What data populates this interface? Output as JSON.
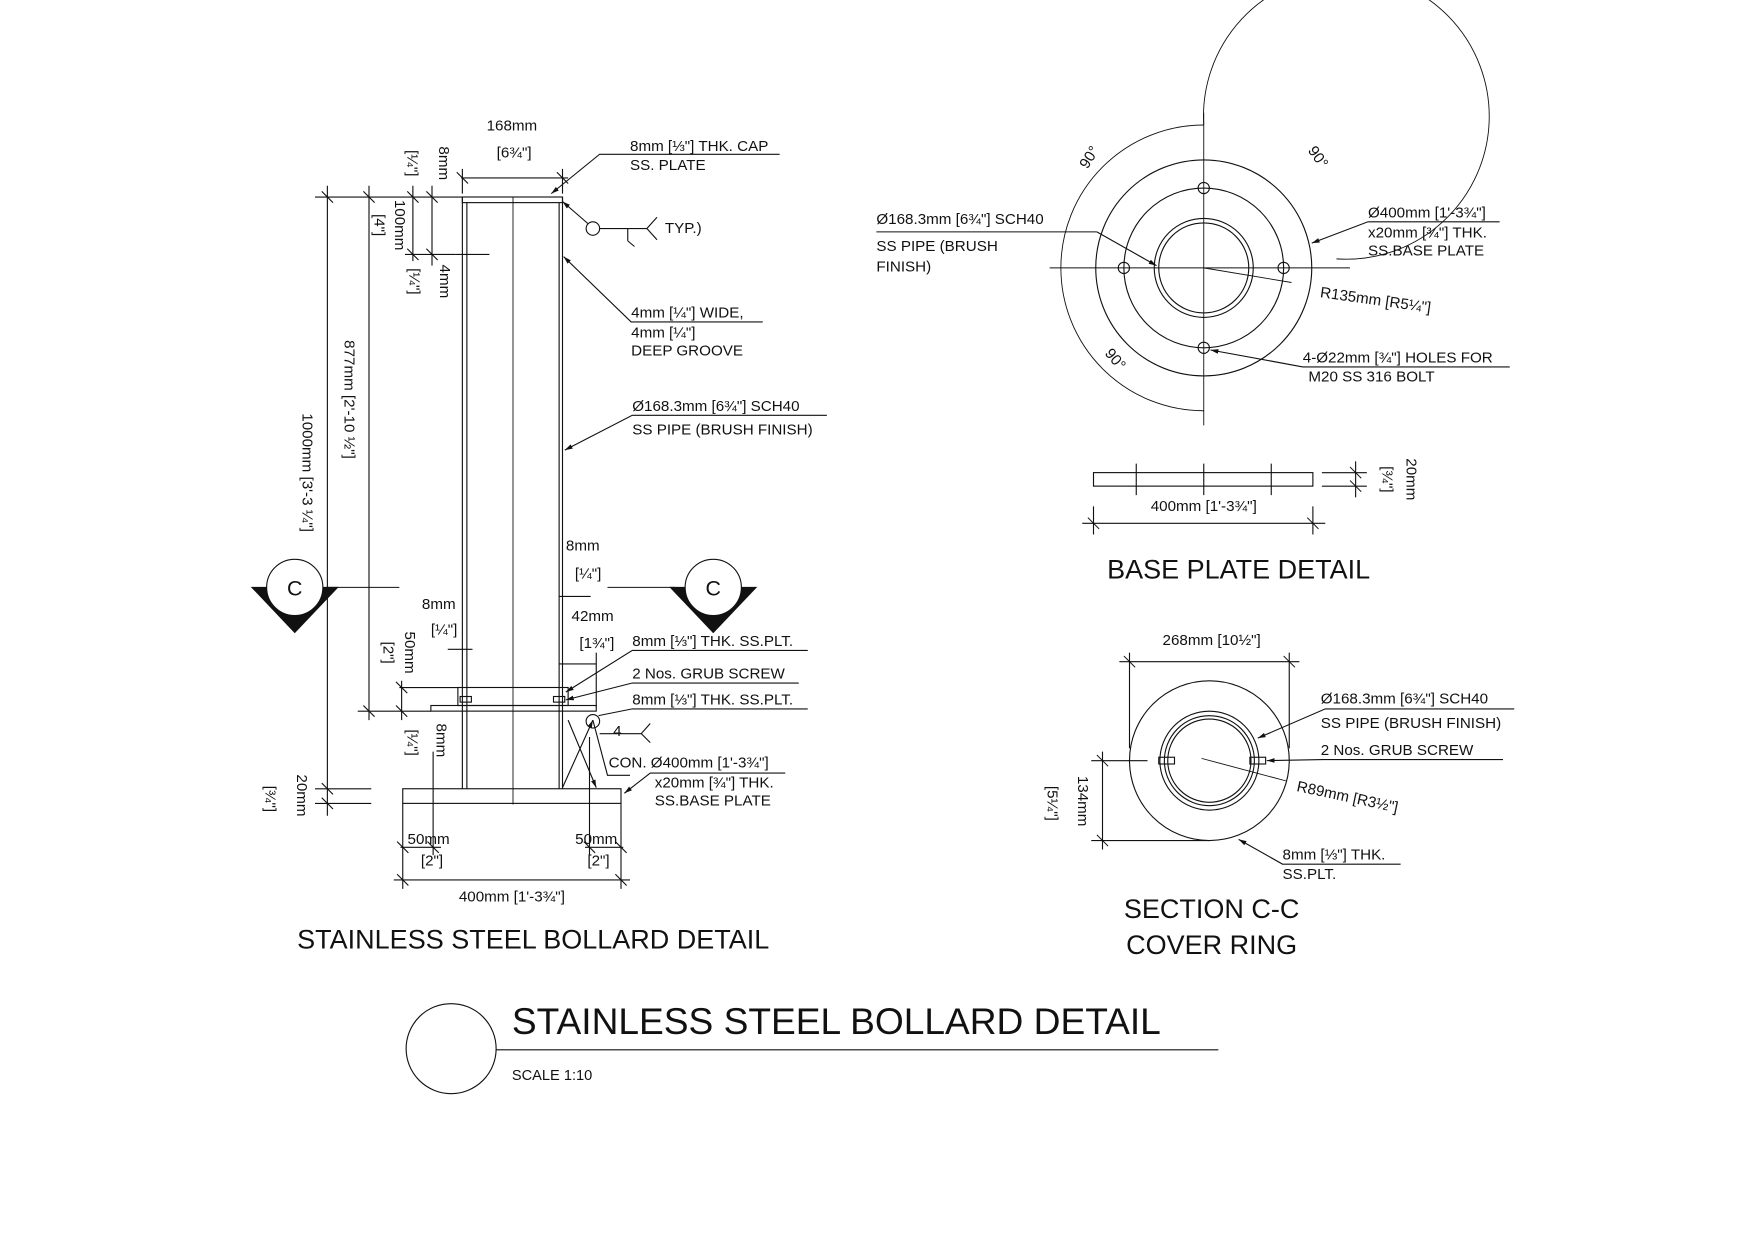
{
  "bollard": {
    "top_width": "168mm",
    "top_width_in": "[6¾\"]",
    "cap_thk": "8mm",
    "cap_thk_in": "[¼\"]",
    "groove_dist": "100mm",
    "groove_dist_in": "[4\"]",
    "groove_w": "4mm",
    "groove_w_in": "[¼\"]",
    "h877": "877mm [2'-10 ½\"]",
    "h1000": "1000mm [3'-3 ¼\"]",
    "cap_note_1": "8mm [⅓\"] THK. CAP",
    "cap_note_2": "SS. PLATE",
    "typ": "TYP.)",
    "groove_note_1": "4mm [¼\"] WIDE,",
    "groove_note_2": "4mm [¼\"]",
    "groove_note_3": "DEEP GROOVE",
    "pipe_note_1": "Ø168.3mm [6¾\"] SCH40",
    "pipe_note_2": "SS PIPE (BRUSH FINISH)",
    "r8mm": "8mm",
    "r8mm_in": "[¼\"]",
    "r42mm": "42mm",
    "r42mm_in": "[1¾\"]",
    "l8mm": "8mm",
    "l8mm_in": "[¼\"]",
    "d50mm": "50mm",
    "d50mm_in": "[2\"]",
    "d8mm": "8mm",
    "d8mm_in": "[¼\"]",
    "d20mm": "20mm",
    "d20mm_in": "[¾\"]",
    "plt_note_top": "8mm [⅓\"] THK. SS.PLT.",
    "grub_note": "2 Nos. GRUB SCREW",
    "plt_note_bot": "8mm [⅓\"] THK. SS.PLT.",
    "weld_size": "4",
    "base_note_1": "CON. Ø400mm [1'-3¾\"]",
    "base_note_2": "x20mm [¾\"] THK.",
    "base_note_3": "SS.BASE PLATE",
    "edge_left": "50mm",
    "edge_left_in": "[2\"]",
    "edge_right": "50mm",
    "edge_right_in": "[2\"]",
    "base_width": "400mm [1'-3¾\"]",
    "section_mark": "C",
    "title": "STAINLESS STEEL BOLLARD DETAIL"
  },
  "base_plate": {
    "angle": "90°",
    "pipe_note_1": "Ø168.3mm [6¾\"] SCH40",
    "pipe_note_2": "SS PIPE (BRUSH",
    "pipe_note_3": "FINISH)",
    "plate_note_1": "Ø400mm [1'-3¾\"]",
    "plate_note_2": "x20mm [¾\"] THK.",
    "plate_note_3": "SS.BASE PLATE",
    "radius": "R135mm [R5¼\"]",
    "holes_note_1": "4-Ø22mm [¾\"] HOLES FOR",
    "holes_note_2": "M20 SS 316 BOLT",
    "width": "400mm [1'-3¾\"]",
    "thk": "20mm",
    "thk_in": "[¾\"]",
    "title": "BASE PLATE DETAIL"
  },
  "section_cc": {
    "width": "268mm [10½\"]",
    "pipe_note_1": "Ø168.3mm [6¾\"] SCH40",
    "pipe_note_2": "SS PIPE (BRUSH FINISH)",
    "grub_note": "2 Nos. GRUB SCREW",
    "radius": "R89mm [R3½\"]",
    "plt_note_1": "8mm [⅓\"] THK.",
    "plt_note_2": "SS.PLT.",
    "half_h": "134mm",
    "half_h_in": "[5¼\"]",
    "title_1": "SECTION C-C",
    "title_2": "COVER RING"
  },
  "title_block": {
    "title": "STAINLESS STEEL BOLLARD DETAIL",
    "scale": "SCALE 1:10"
  }
}
